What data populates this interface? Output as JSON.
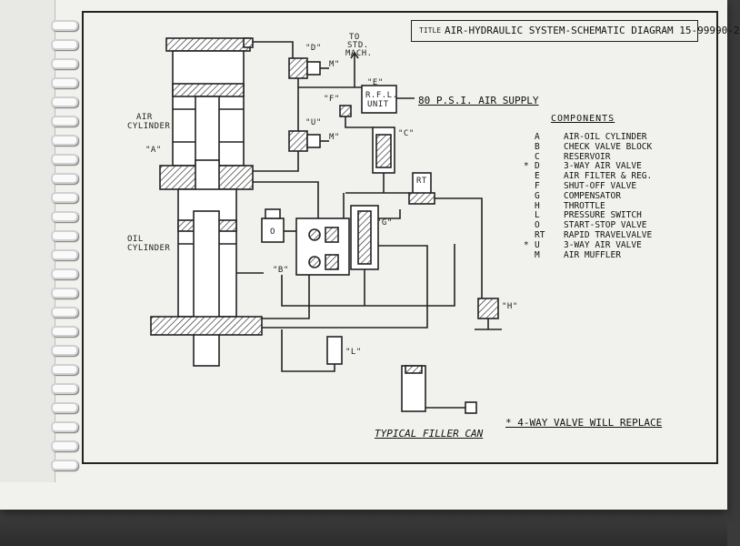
{
  "document": {
    "title_tag": "TITLE",
    "title": "AIR-HYDRAULIC SYSTEM-SCHEMATIC DIAGRAM 15-99990-2",
    "air_supply_label": "80 P.S.I. AIR SUPPLY",
    "components_heading": "COMPONENTS",
    "components": [
      {
        "star": "",
        "code": "A",
        "name": "AIR-OIL CYLINDER"
      },
      {
        "star": "",
        "code": "B",
        "name": "CHECK VALVE BLOCK"
      },
      {
        "star": "",
        "code": "C",
        "name": "RESERVOIR"
      },
      {
        "star": "*",
        "code": "D",
        "name": "3-WAY AIR VALVE"
      },
      {
        "star": "",
        "code": "E",
        "name": "AIR FILTER & REG."
      },
      {
        "star": "",
        "code": "F",
        "name": "SHUT-OFF VALVE"
      },
      {
        "star": "",
        "code": "G",
        "name": "COMPENSATOR"
      },
      {
        "star": "",
        "code": "H",
        "name": "THROTTLE"
      },
      {
        "star": "",
        "code": "L",
        "name": "PRESSURE SWITCH"
      },
      {
        "star": "",
        "code": "O",
        "name": "START-STOP VALVE"
      },
      {
        "star": "",
        "code": "RT",
        "name": "RAPID TRAVELVALVE"
      },
      {
        "star": "*",
        "code": "U",
        "name": "3-WAY AIR VALVE"
      },
      {
        "star": "",
        "code": "M",
        "name": "AIR MUFFLER"
      }
    ],
    "filler_label": "TYPICAL FILLER CAN",
    "footnote": "* 4-WAY VALVE WILL REPLACE"
  },
  "diagram_labels": {
    "d": "\"D\"",
    "m1": "M\"",
    "to_std_mach_1": "TO",
    "to_std_mach_2": "STD.",
    "to_std_mach_3": "MACH.",
    "e": "\"E\"",
    "rfl_1": "R.F.L.",
    "rfl_2": "UNIT",
    "f": "\"F\"",
    "air_cyl_1": "AIR",
    "air_cyl_2": "CYLINDER",
    "u": "\"U\"",
    "m2": "M\"",
    "c": "\"C\"",
    "a": "\"A\"",
    "rt": "RT",
    "oil_cyl_1": "OIL",
    "oil_cyl_2": "CYLINDER",
    "g": "\"G\"",
    "o": "O",
    "b": "\"B\"",
    "h": "\"H\"",
    "l": "\"L\""
  }
}
